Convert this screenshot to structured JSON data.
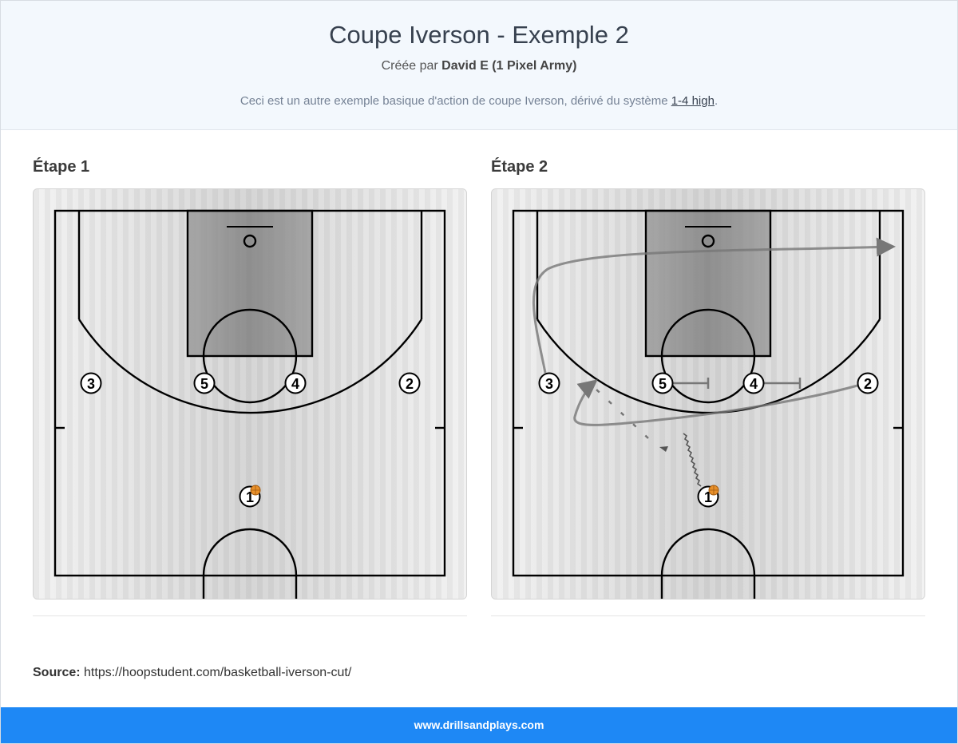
{
  "header": {
    "title": "Coupe Iverson - Exemple 2",
    "byline_prefix": "Créée par",
    "author": "David E (1 Pixel Army)",
    "description_prefix": "Ceci est un autre exemple basique d'action de coupe Iverson, dérivé du système",
    "description_link": "1-4 high",
    "description_suffix": "."
  },
  "steps": [
    {
      "title": "Étape 1",
      "players": {
        "p1": "1",
        "p2": "2",
        "p3": "3",
        "p4": "4",
        "p5": "5"
      }
    },
    {
      "title": "Étape 2",
      "players": {
        "p1": "1",
        "p2": "2",
        "p3": "3",
        "p4": "4",
        "p5": "5"
      }
    }
  ],
  "source": {
    "label": "Source:",
    "url": "https://hoopstudent.com/basketball-iverson-cut/"
  },
  "footer": {
    "site": "www.drillsandplays.com"
  },
  "colors": {
    "header_bg": "#f3f8fd",
    "footer_bg": "#1e88f5",
    "ball": "#e8902a",
    "paint": "#8f8f8f"
  }
}
